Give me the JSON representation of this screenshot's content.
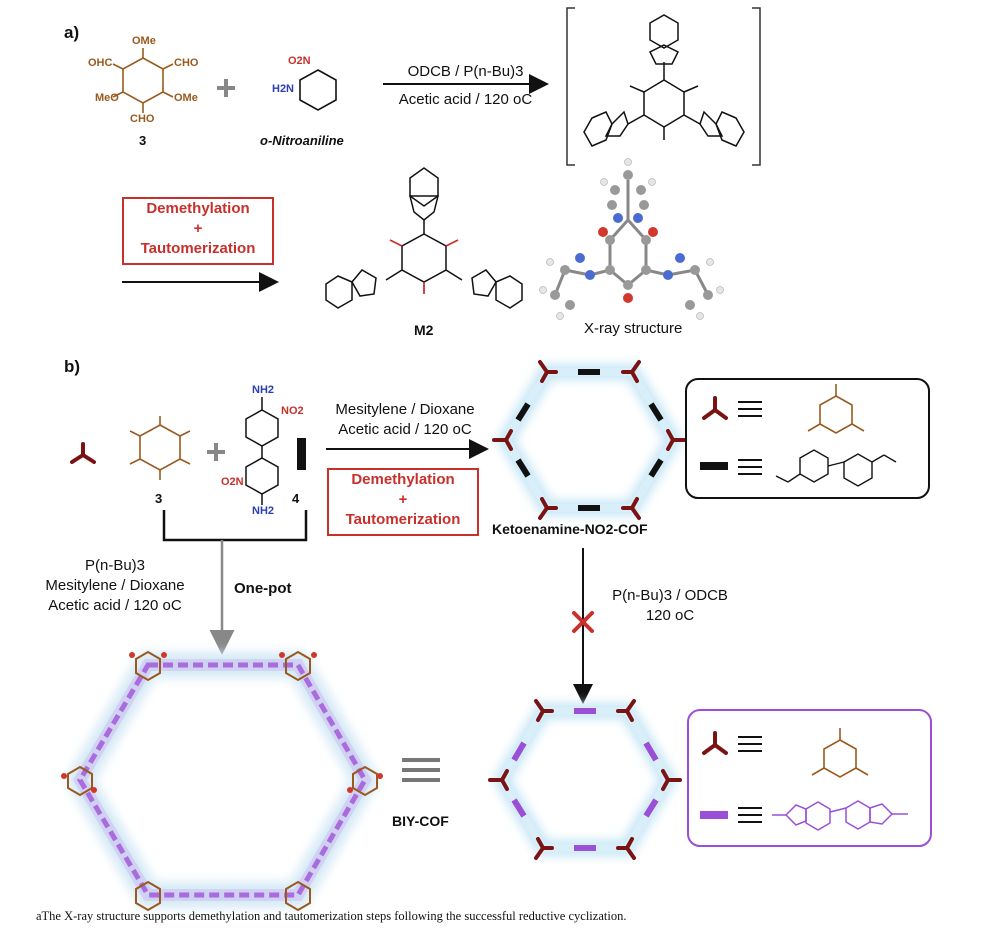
{
  "panel_a": {
    "label": "a)",
    "compound3": {
      "left": "OHC",
      "right": "CHO",
      "me1": "OMe",
      "me2": "MeO",
      "me3": "OMe",
      "bottom": "CHO",
      "number": "3"
    },
    "amine": {
      "no2": "O2N",
      "nh2": "H2N",
      "name": "o-Nitroaniline"
    },
    "plus": "+",
    "conditions": [
      "ODCB / P(n-Bu)3",
      "Acetic acid / 120 oC"
    ],
    "box_lines": [
      "Demethylation",
      "+",
      "Tautomerization"
    ],
    "product_label": "M2",
    "xray_label": "X-ray structure"
  },
  "panel_b": {
    "label": "b)",
    "compound3_number": "3",
    "compound4_number": "4",
    "compound4": {
      "nh2_top": "NH2",
      "no2_top": "NO2",
      "no2_bottom": "O2N",
      "nh2_bottom": "NH2"
    },
    "conditions_top": [
      "Mesitylene / Dioxane",
      "Acetic acid / 120 oC"
    ],
    "box_lines": [
      "Demethylation",
      "+",
      "Tautomerization"
    ],
    "cof1_name": "Ketoenamine-NO2-COF",
    "onepot_conditions": [
      "P(n-Bu)3",
      "Mesitylene / Dioxane",
      "Acetic acid / 120 oC"
    ],
    "onepot_label": "One-pot",
    "down_conditions": [
      "P(n-Bu)3 / ODCB",
      "120 oC"
    ],
    "cof2_name": "BIY-COF",
    "equiv_symbol": "≡"
  },
  "caption": "aThe X-ray structure supports demethylation and tautomerization steps following the successful reductive cyclization.",
  "colors": {
    "maroon": "#7a1414",
    "purple": "#9a4fd6",
    "red": "#c8302c",
    "brown": "#9a5a1e",
    "blue": "#2b3fb5",
    "glow": "#bfe3f5"
  }
}
